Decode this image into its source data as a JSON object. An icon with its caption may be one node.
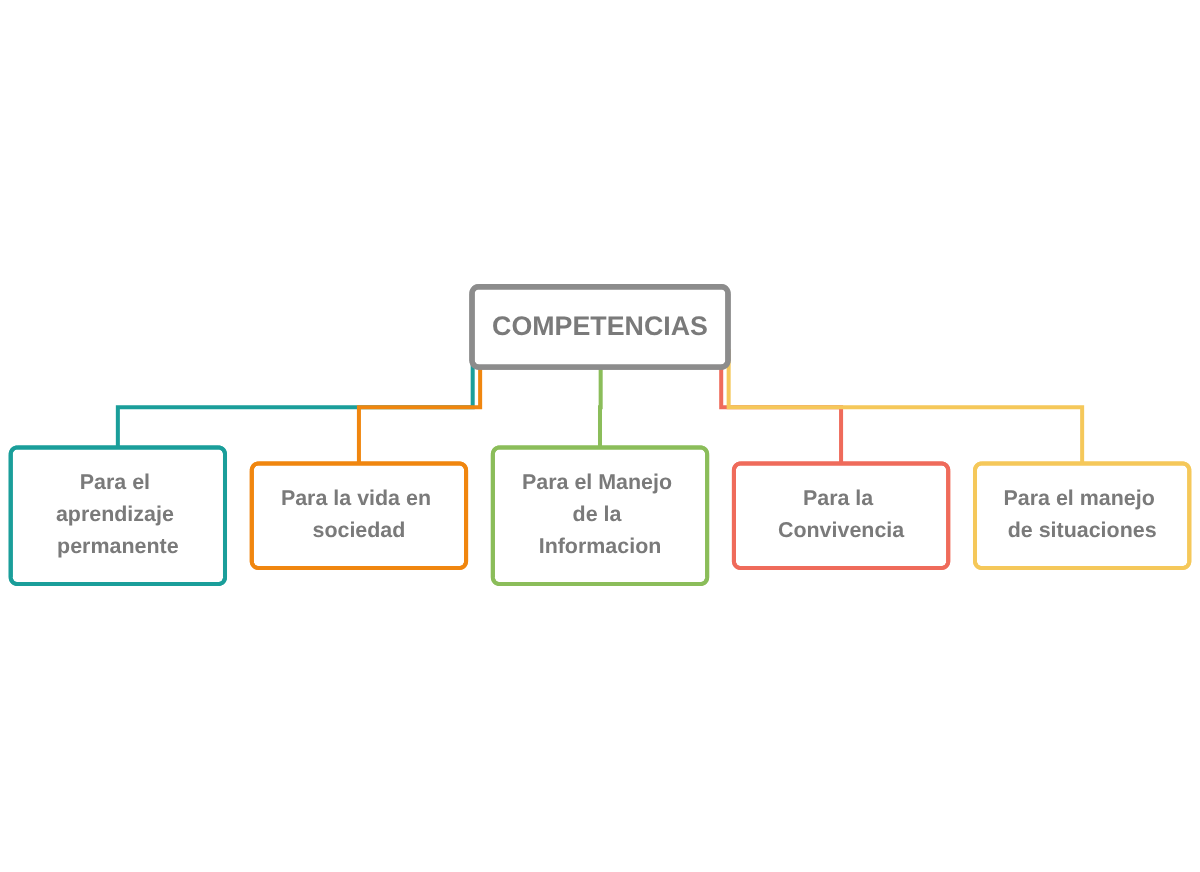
{
  "diagram": {
    "nodes": [
      {
        "text": [
          "COMPETENCIAS"
        ]
      },
      {
        "text": [
          "Para el aprendizaje permanente"
        ]
      },
      {
        "text": [
          "Para la vida en sociedad"
        ]
      },
      {
        "text": [
          "Para el Manejo de la Informacion"
        ]
      },
      {
        "text": [
          "Para la Convivencia"
        ]
      },
      {
        "text": [
          "Para el manejo de situaciones"
        ]
      }
    ],
    "edges": [
      {
        "from": 0,
        "to": 1,
        "arrow": "none",
        "color": "#1a9e9a"
      },
      {
        "from": 0,
        "to": 2,
        "arrow": "none",
        "color": "#f0860f"
      },
      {
        "from": 0,
        "to": 3,
        "arrow": "none",
        "color": "#8bbd5a"
      },
      {
        "from": 0,
        "to": 4,
        "arrow": "none",
        "color": "#ef6b5b"
      },
      {
        "from": 0,
        "to": 5,
        "arrow": "none",
        "color": "#f5c85a"
      }
    ]
  }
}
